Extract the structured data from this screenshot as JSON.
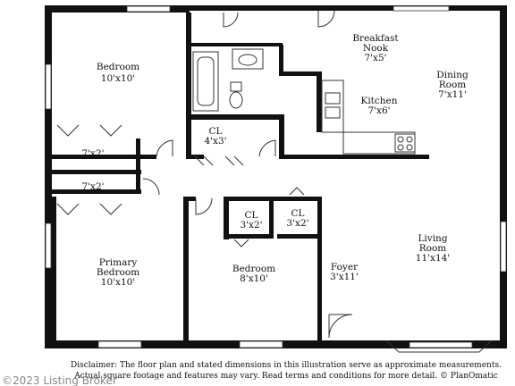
{
  "rooms": {
    "bedroom_top": {
      "name": "Bedroom",
      "dim": "10'x10'"
    },
    "breakfast": {
      "name_l1": "Breakfast",
      "name_l2": "Nook",
      "dim": "7'x5'"
    },
    "dining": {
      "name_l1": "Dining",
      "name_l2": "Room",
      "dim": "7'x11'"
    },
    "kitchen": {
      "name": "Kitchen",
      "dim": "7'x6'"
    },
    "closet_hall": {
      "name": "CL",
      "dim": "4'x3'"
    },
    "closet_top": {
      "dim": "7'x2'"
    },
    "closet_mid": {
      "dim": "7'x2'"
    },
    "closet_a": {
      "name": "CL",
      "dim": "3'x2'"
    },
    "closet_b": {
      "name": "CL",
      "dim": "3'x2'"
    },
    "living": {
      "name_l1": "Living",
      "name_l2": "Room",
      "dim": "11'x14'"
    },
    "primary": {
      "name_l1": "Primary",
      "name_l2": "Bedroom",
      "dim": "10'x10'"
    },
    "bedroom_bottom": {
      "name": "Bedroom",
      "dim": "8'x10'"
    },
    "foyer": {
      "name": "Foyer",
      "dim": "3'x11'"
    }
  },
  "disclaimer": {
    "line1": "Disclaimer: The floor plan and stated dimensions in this illustration serve as approximate measurements.",
    "line2": "Actual square footage and features may vary. Read terms and conditions for more detail. © PlanOmatic"
  },
  "watermark": "©2023 Listing Broker"
}
